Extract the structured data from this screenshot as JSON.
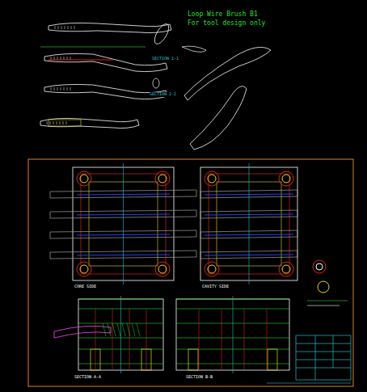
{
  "diagram": {
    "labels": [
      "Loop Wire Brush B1",
      "For tool design only",
      "SECTION 1-1",
      "SECTION 2-2",
      "CORE SIDE",
      "CAVITY SIDE",
      "SECTION A-A",
      "SECTION B-B"
    ]
  }
}
